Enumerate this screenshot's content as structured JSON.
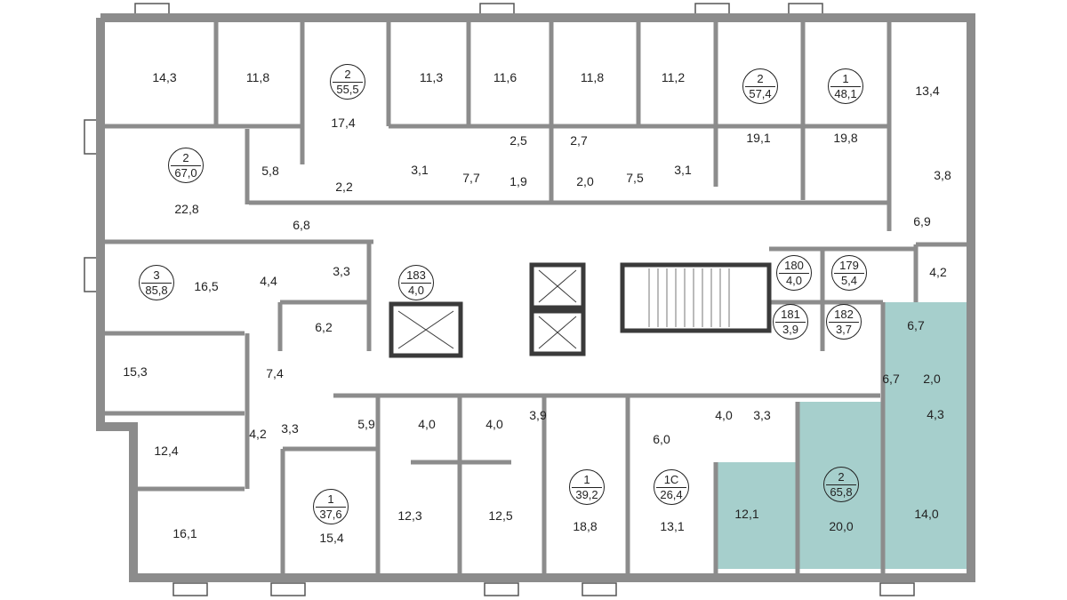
{
  "colors": {
    "wall": "#8c8c8c",
    "wall_dark": "#3a3a3a",
    "highlight": "#a6cfcc",
    "text": "#222222"
  },
  "apartments": [
    {
      "number": "2",
      "area": "55,5"
    },
    {
      "number": "2",
      "area": "57,4"
    },
    {
      "number": "1",
      "area": "48,1"
    },
    {
      "number": "2",
      "area": "67,0"
    },
    {
      "number": "3",
      "area": "85,8"
    },
    {
      "number": "183",
      "area": "4,0"
    },
    {
      "number": "180",
      "area": "4,0"
    },
    {
      "number": "179",
      "area": "5,4"
    },
    {
      "number": "181",
      "area": "3,9"
    },
    {
      "number": "182",
      "area": "3,7"
    },
    {
      "number": "1",
      "area": "39,2"
    },
    {
      "number": "1С",
      "area": "26,4"
    },
    {
      "number": "1",
      "area": "37,6"
    },
    {
      "number": "2",
      "area": "65,8"
    }
  ],
  "rooms": [
    "14,3",
    "11,8",
    "17,4",
    "11,3",
    "11,6",
    "11,8",
    "11,2",
    "19,1",
    "19,8",
    "13,4",
    "22,8",
    "5,8",
    "2,2",
    "3,1",
    "7,7",
    "2,5",
    "1,9",
    "2,7",
    "2,0",
    "7,5",
    "3,1",
    "3,8",
    "6,8",
    "6,9",
    "4,2",
    "16,5",
    "4,4",
    "3,3",
    "6,2",
    "6,7",
    "15,3",
    "7,4",
    "6,7",
    "2,0",
    "4,2",
    "3,3",
    "5,9",
    "4,0",
    "4,0",
    "3,9",
    "4,0",
    "3,3",
    "4,3",
    "12,4",
    "6,0",
    "16,1",
    "15,4",
    "12,3",
    "12,5",
    "18,8",
    "13,1",
    "12,1",
    "20,0",
    "14,0"
  ]
}
